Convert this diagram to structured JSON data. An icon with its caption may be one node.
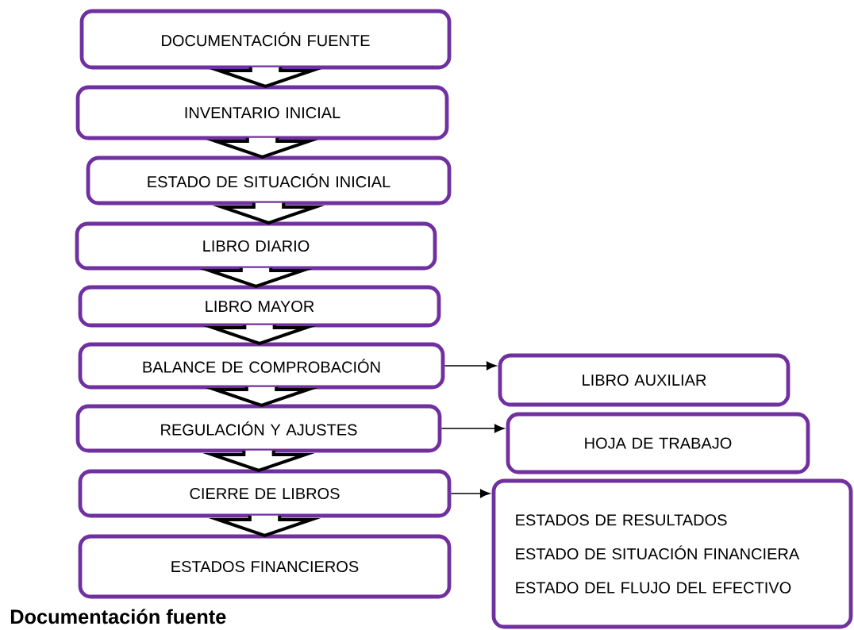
{
  "diagram": {
    "caption": "Documentación fuente",
    "nodes": [
      {
        "text": [
          "DOCUMENTACIÓN FUENTE"
        ]
      },
      {
        "text": [
          "INVENTARIO INICIAL"
        ]
      },
      {
        "text": [
          "ESTADO DE SITUACIÓN INICIAL"
        ]
      },
      {
        "text": [
          "LIBRO DIARIO"
        ]
      },
      {
        "text": [
          "LIBRO MAYOR"
        ]
      },
      {
        "text": [
          "BALANCE DE COMPROBACIÓN"
        ]
      },
      {
        "text": [
          "REGULACIÓN Y AJUSTES"
        ]
      },
      {
        "text": [
          "CIERRE DE LIBROS"
        ]
      },
      {
        "text": [
          "ESTADOS FINANCIEROS"
        ]
      },
      {
        "text": [
          "LIBRO AUXILIAR"
        ]
      },
      {
        "text": [
          "HOJA DE TRABAJO"
        ]
      },
      {
        "text": [
          "ESTADOS DE RESULTADOS",
          "ESTADO DE SITUACIÓN FINANCIERA",
          "ESTADO DEL FLUJO DEL EFECTIVO"
        ]
      }
    ],
    "edges": [
      {
        "from": 0,
        "to": 1,
        "arrow": "to",
        "style": "thick"
      },
      {
        "from": 1,
        "to": 2,
        "arrow": "to",
        "style": "thick"
      },
      {
        "from": 2,
        "to": 3,
        "arrow": "to",
        "style": "thick"
      },
      {
        "from": 3,
        "to": 4,
        "arrow": "to",
        "style": "thick"
      },
      {
        "from": 4,
        "to": 5,
        "arrow": "to",
        "style": "thick"
      },
      {
        "from": 5,
        "to": 6,
        "arrow": "to",
        "style": "thick"
      },
      {
        "from": 6,
        "to": 7,
        "arrow": "to",
        "style": "thick"
      },
      {
        "from": 7,
        "to": 8,
        "arrow": "to",
        "style": "thick"
      },
      {
        "from": 5,
        "to": 9,
        "arrow": "to"
      },
      {
        "from": 6,
        "to": 10,
        "arrow": "to"
      },
      {
        "from": 7,
        "to": 11,
        "arrow": "to"
      }
    ]
  }
}
